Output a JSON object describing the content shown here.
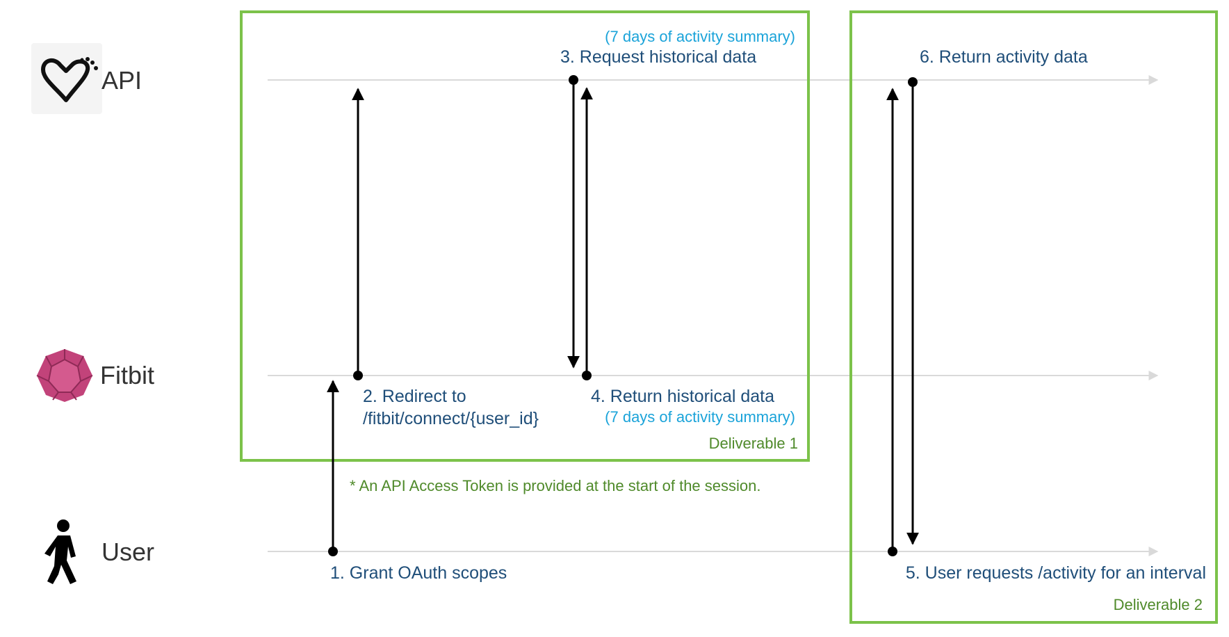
{
  "lanes": {
    "api": "API",
    "fitbit": "Fitbit",
    "user": "User"
  },
  "icons": {
    "api": "heart-logo-icon",
    "fitbit": "fitbit-dodecahedron-icon",
    "user": "walking-person-icon"
  },
  "steps": {
    "s1": "1. Grant OAuth scopes",
    "s2_line1": "2. Redirect to",
    "s2_line2": "/fitbit/connect/{user_id}",
    "s3": "3. Request historical data",
    "s3_note": "(7 days of activity summary)",
    "s4": "4. Return historical data",
    "s4_note": "(7 days of activity summary)",
    "s5": "5. User requests /activity for an interval",
    "s6": "6. Return activity data"
  },
  "boxes": {
    "d1": "Deliverable 1",
    "d2": "Deliverable 2"
  },
  "footnote": "* An API Access Token is provided at the start of the session.",
  "colors": {
    "box_border": "#7cc24a",
    "step_text": "#1f4e79",
    "note_text": "#1aa3d9",
    "lane_line": "#d9d9d9",
    "arrow": "#000000",
    "fitbit_icon": "#c2437a"
  }
}
